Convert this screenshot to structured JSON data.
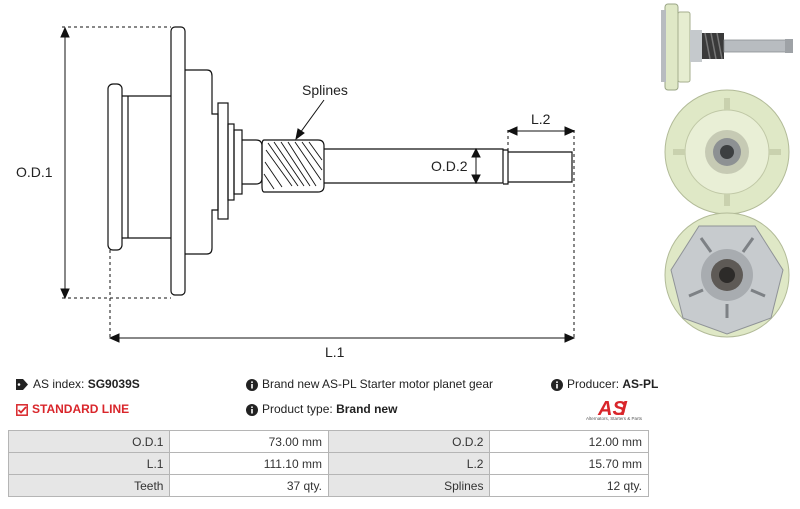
{
  "diagram": {
    "labels": {
      "od1": "O.D.1",
      "od2": "O.D.2",
      "l1": "L.1",
      "l2": "L.2",
      "splines": "Splines"
    }
  },
  "info": {
    "as_index_label": "AS index:",
    "as_index_value": "SG9039S",
    "description": "Brand new AS-PL Starter motor planet gear",
    "producer_label": "Producer:",
    "producer_value": "AS-PL",
    "standard_line": "STANDARD LINE",
    "product_type_label": "Product type:",
    "product_type_value": "Brand new"
  },
  "logo": {
    "text": "AS",
    "subtitle": "Alternators, Starters & Parts"
  },
  "specs": [
    {
      "label_left": "O.D.1",
      "value_left": "73.00 mm",
      "label_right": "O.D.2",
      "value_right": "12.00 mm"
    },
    {
      "label_left": "L.1",
      "value_left": "111.10 mm",
      "label_right": "L.2",
      "value_right": "15.70 mm"
    },
    {
      "label_left": "Teeth",
      "value_left": "37 qty.",
      "label_right": "Splines",
      "value_right": "12 qty."
    }
  ],
  "colors": {
    "accent": "#d9262b",
    "table_label_bg": "#e6e6e6",
    "table_border": "#b5b5b5",
    "plastic": "#dfe8c6",
    "metal": "#b8bcc0"
  }
}
